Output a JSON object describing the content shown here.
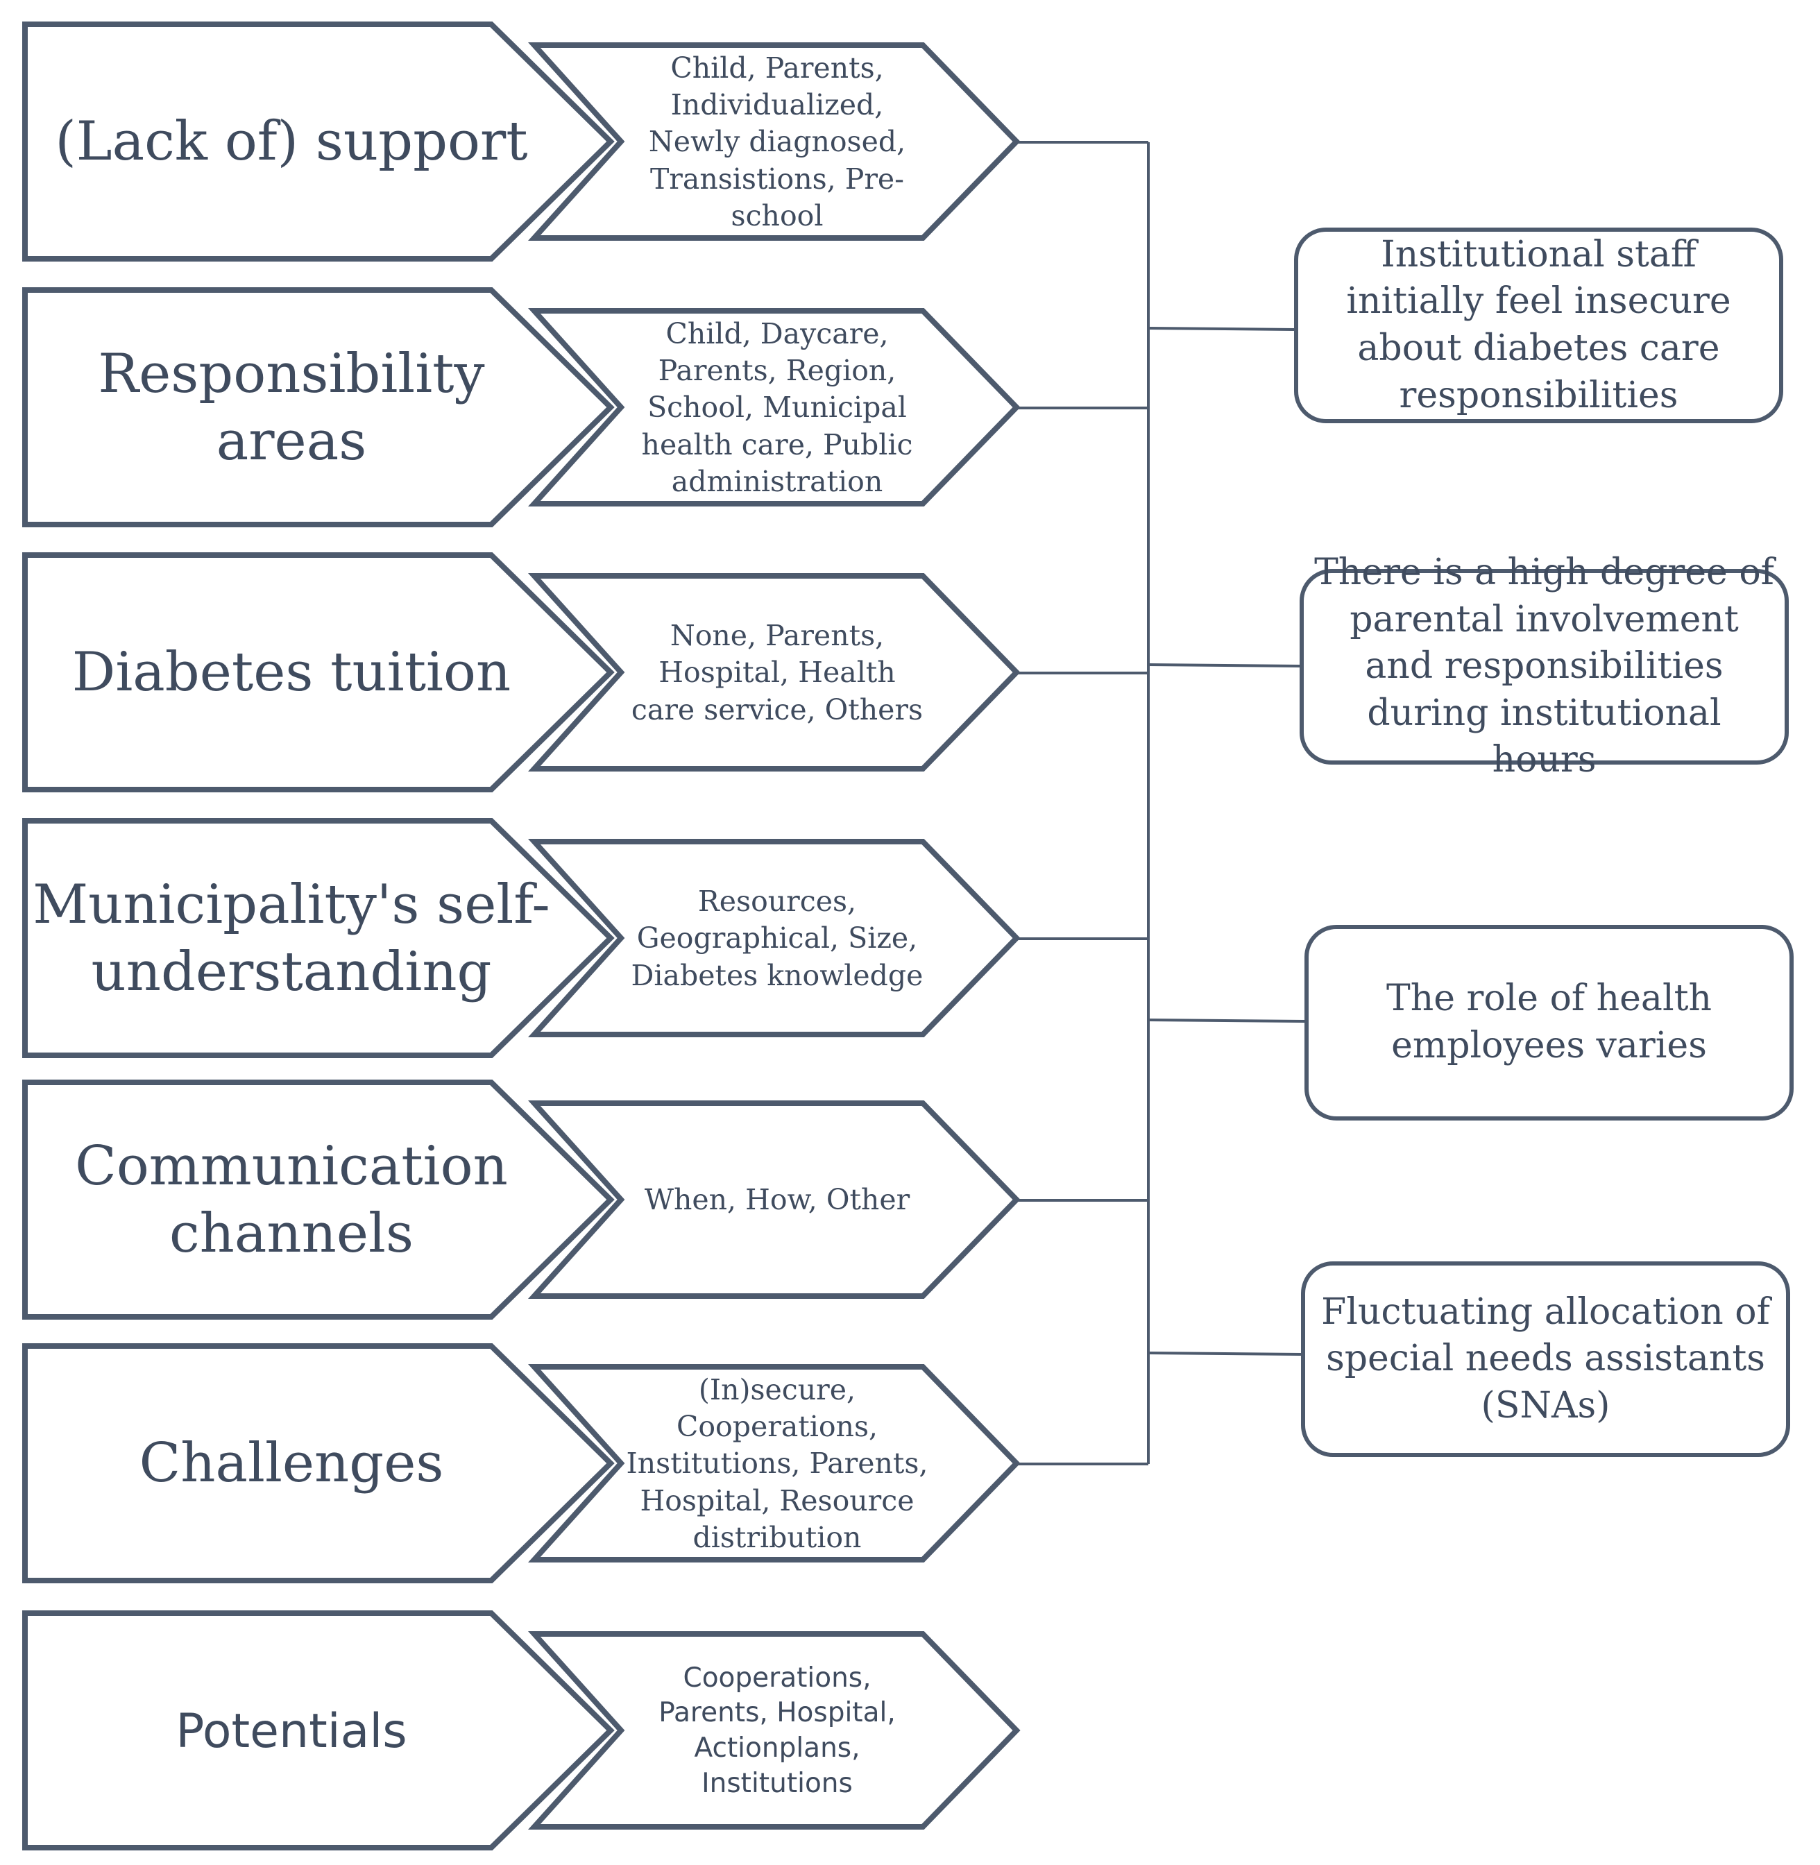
{
  "colors": {
    "stroke": "#4d5a6d",
    "text": "#3f4b5e",
    "background": "#ffffff"
  },
  "categories": [
    {
      "label": "(Lack of) support",
      "sub": "Child, Parents, Individualized, Newly diagnosed, Transistions, Pre-school"
    },
    {
      "label": "Responsibility areas",
      "sub": "Child, Daycare, Parents, Region, School, Municipal health care, Public administration"
    },
    {
      "label": "Diabetes tuition",
      "sub": "None, Parents, Hospital, Health care service, Others"
    },
    {
      "label": "Municipality's self-understanding",
      "sub": "Resources, Geographical, Size, Diabetes knowledge"
    },
    {
      "label": "Communication channels",
      "sub": "When, How, Other"
    },
    {
      "label": "Challenges",
      "sub": "(In)secure, Cooperations, Institutions, Parents, Hospital, Resource distribution"
    },
    {
      "label": "Potentials",
      "sub": "Cooperations, Parents, Hospital, Actionplans, Institutions"
    }
  ],
  "findings": [
    "Institutional staff initially feel insecure about diabetes care responsibilities",
    "There is a high degree of parental involvement and responsibilities during institutional hours",
    "The role of health employees varies",
    "Fluctuating allocation of special needs assistants (SNAs)"
  ]
}
